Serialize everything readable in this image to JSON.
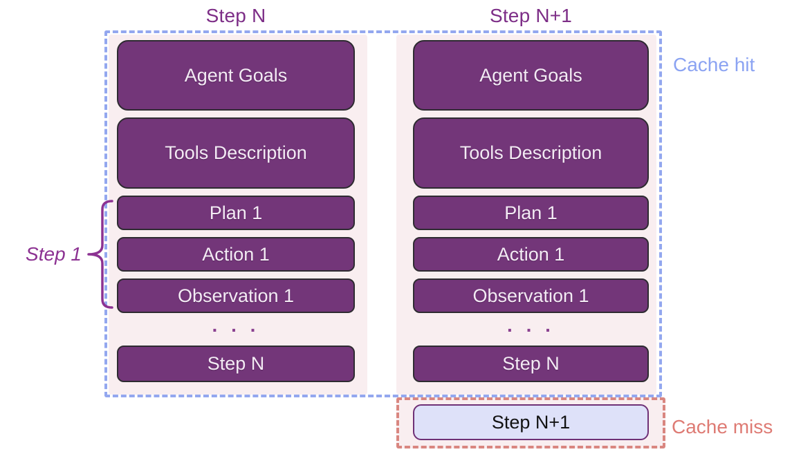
{
  "columns": {
    "left": {
      "title": "Step N",
      "boxes": [
        "Agent Goals",
        "Tools Description",
        "Plan 1",
        "Action 1",
        "Observation 1"
      ],
      "more_indicator": ". . .",
      "final_box": "Step N"
    },
    "right": {
      "title": "Step N+1",
      "boxes": [
        "Agent Goals",
        "Tools Description",
        "Plan 1",
        "Action 1",
        "Observation 1"
      ],
      "more_indicator": ". . .",
      "final_box": "Step N",
      "new_step_box": "Step N+1"
    }
  },
  "annotations": {
    "bracket_label": "Step 1",
    "cache_hit": "Cache hit",
    "cache_miss": "Cache miss"
  },
  "colors": {
    "box_fill": "#733679",
    "box_text": "#f3ebf4",
    "panel_background": "#f9eef0",
    "cache_hit_dash": "#93a7ef",
    "cache_hit_text": "#8ba3f2",
    "cache_miss_dash": "#d98680",
    "cache_miss_text": "#de7b74",
    "title_text": "#7d2e87",
    "bracket": "#8c3292",
    "new_step_fill": "#dee1f9",
    "new_step_border": "#6f3076",
    "new_step_text": "#121212"
  }
}
